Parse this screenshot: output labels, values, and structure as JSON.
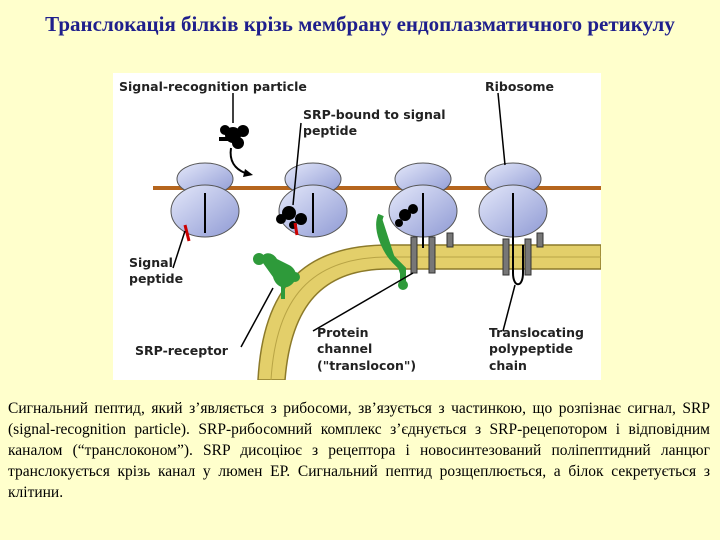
{
  "title": "Транслокація білків крізь мембрану ендоплазматичного ретикулу",
  "figure": {
    "labels": {
      "srp": "Signal-recognition particle",
      "ribosome": "Ribosome",
      "srp_bound_1": "SRP-bound to signal",
      "srp_bound_2": "peptide",
      "signal_1": "Signal",
      "signal_2": "peptide",
      "receptor": "SRP-receptor",
      "channel_1": "Protein",
      "channel_2": "channel",
      "channel_3": "(\"translocon\")",
      "transloc_1": "Translocating",
      "transloc_2": "polypeptide",
      "transloc_3": "chain"
    },
    "colors": {
      "ribosome": "#b9c2e8",
      "mrna": "#b5651d",
      "membrane": "#e3cf6a",
      "membrane_edge": "#8c7a2a",
      "srp": "#000000",
      "receptor": "#2e9a3a",
      "signal_peptide": "#cc0000"
    }
  },
  "caption": "Сигнальний пептид, який з’являється з рибосоми, зв’язується з частинкою, що розпізнає сигнал, SRP (signal-recognition particle). SRP-рибосомний комплекс з’єднується з SRP-рецепотором і відповідним каналом (“транслоконом”). SRP дисоціює з рецептора і новосинтезований поліпептидний ланцюг транслокується крізь канал у люмен ЕР. Сигнальний пептид розщеплюється, а білок секретується з клітини."
}
